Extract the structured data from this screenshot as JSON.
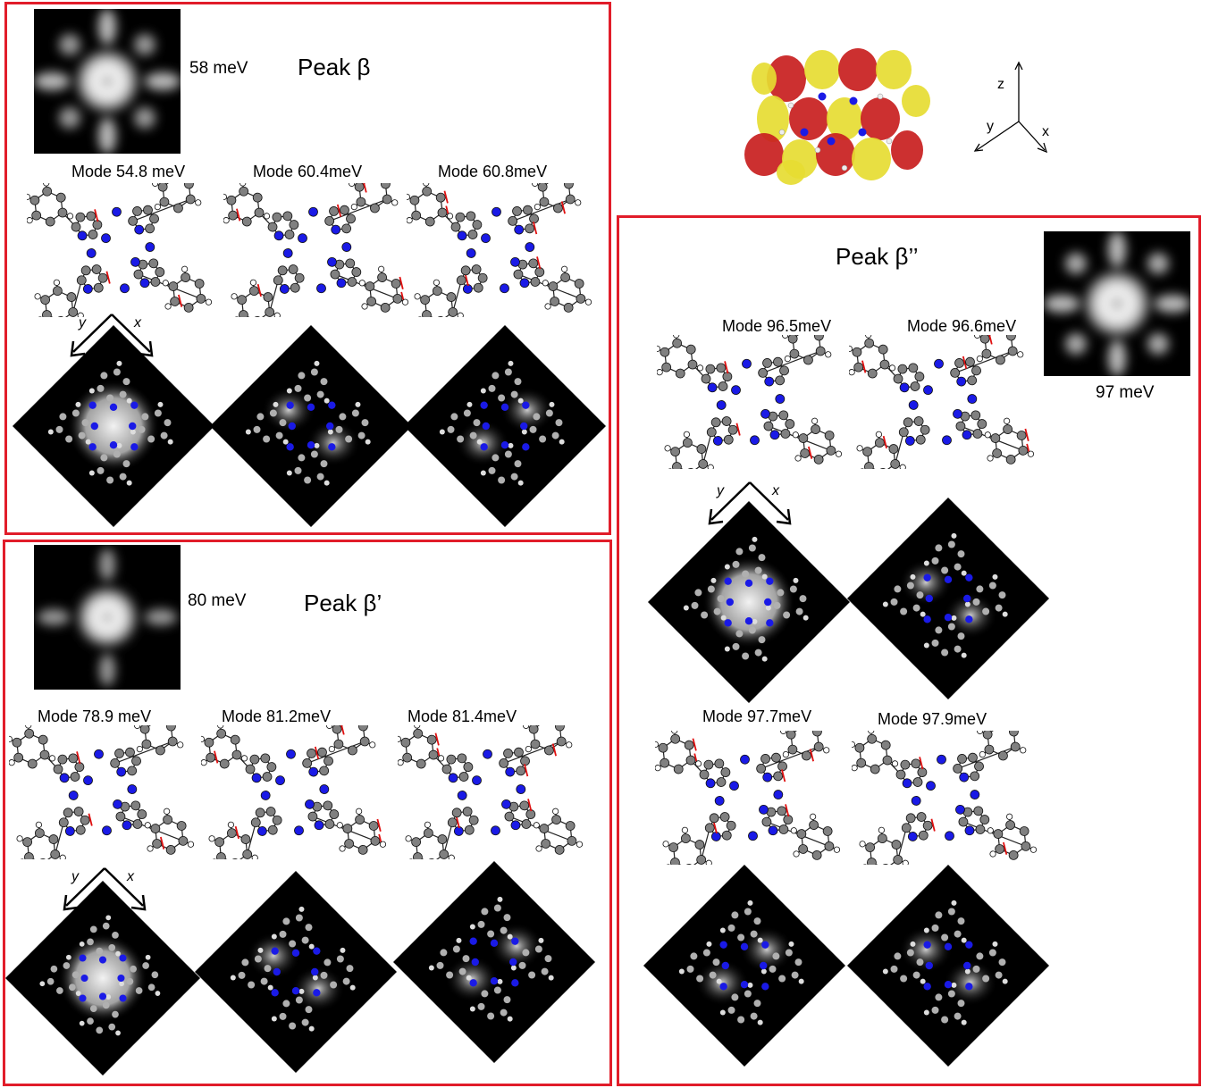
{
  "colors": {
    "frame": "#e11d2a",
    "nitrogen": "#1a1ae6",
    "carbon": "#808080",
    "hydrogen": "#ffffff",
    "mode_arrow": "#e01010",
    "orbital_positive": "#c81e1e",
    "orbital_negative": "#e6dc32"
  },
  "axes_3d": {
    "z": "z",
    "y": "y",
    "x": "x"
  },
  "panel_beta": {
    "title": "Peak β",
    "energy": "58 meV",
    "modes": [
      "Mode 54.8 meV",
      "Mode 60.4meV",
      "Mode 60.8meV"
    ],
    "axis_y": "y",
    "axis_x": "x"
  },
  "panel_beta_prime": {
    "title": "Peak β’",
    "energy": "80 meV",
    "modes": [
      "Mode 78.9 meV",
      "Mode 81.2meV",
      "Mode 81.4meV"
    ],
    "axis_y": "y",
    "axis_x": "x"
  },
  "panel_beta_double": {
    "title": "Peak β’’",
    "energy": "97 meV",
    "modes": [
      "Mode 96.5meV",
      "Mode 96.6meV",
      "Mode 97.7meV",
      "Mode 97.9meV"
    ],
    "axis_y": "y",
    "axis_x": "x"
  }
}
